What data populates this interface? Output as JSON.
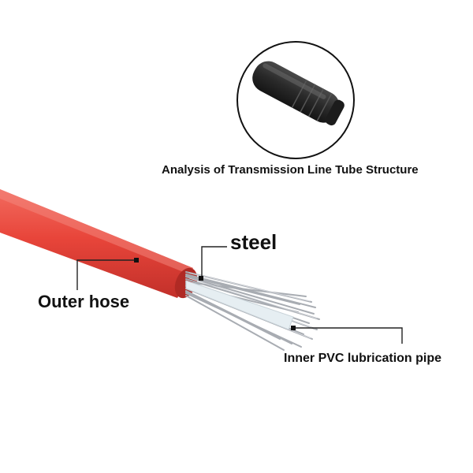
{
  "diagram": {
    "title": "Analysis of Transmission Line Tube Structure",
    "labels": {
      "steel": "steel",
      "outer_hose": "Outer hose",
      "inner_pipe": "Inner PVC lubrication pipe"
    }
  },
  "colors": {
    "outer_hose": "#e8453a",
    "outer_hose_dark": "#c2302a",
    "steel_wire": "#a8acb2",
    "end_cap": "#2a2a2a",
    "leader_line": "#222222",
    "inner_pipe": "#e6eef2"
  }
}
